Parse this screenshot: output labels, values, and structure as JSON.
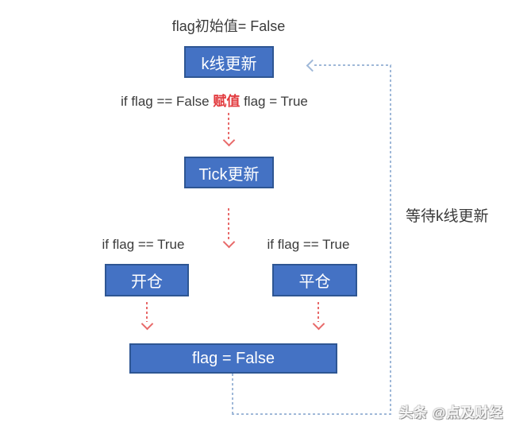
{
  "diagram": {
    "title": "flag初始值= False",
    "nodes": {
      "kline": {
        "label": "k线更新"
      },
      "tick": {
        "label": "Tick更新"
      },
      "open": {
        "label": "开仓"
      },
      "close": {
        "label": "平仓"
      },
      "reset": {
        "label": "flag = False"
      }
    },
    "annotations": {
      "assign_condition_prefix": "if flag == False ",
      "assign_condition_highlight": "赋值",
      "assign_condition_suffix": " flag = True",
      "open_condition": "if flag == True",
      "close_condition": "if flag == True",
      "loop_label": "等待k线更新"
    },
    "watermark": "头条 @点及财经",
    "colors": {
      "node_fill": "#4472c4",
      "node_border": "#2e5693",
      "node_text": "#ffffff",
      "arrow_red": "#e86a6a",
      "assign_highlight_red": "#e23b3f",
      "loop_line_blue": "#9fb8d8",
      "text": "#3b3b3b"
    }
  }
}
